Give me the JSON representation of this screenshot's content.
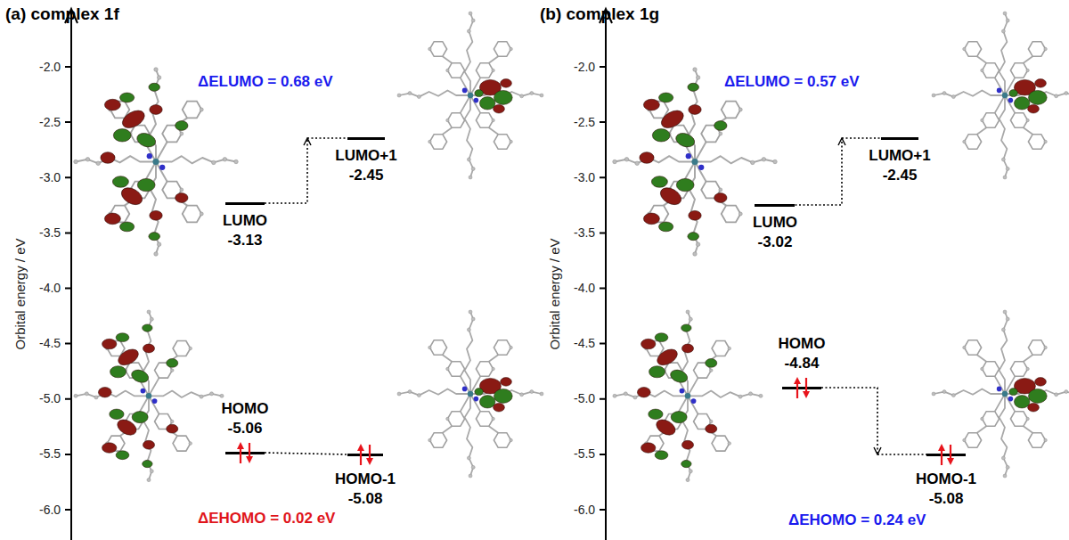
{
  "diagram": {
    "nodes": [
      {
        "text": [
          "LUMO",
          "-3.13"
        ]
      },
      {
        "text": [
          "LUMO+1",
          "-2.45"
        ]
      },
      {
        "text": [
          "HOMO",
          "-5.06"
        ]
      },
      {
        "text": [
          "HOMO-1",
          "-5.08"
        ]
      },
      {
        "text": [
          "LUMO",
          "-3.02"
        ]
      },
      {
        "text": [
          "LUMO+1",
          "-2.45"
        ]
      },
      {
        "text": [
          "HOMO",
          "-4.84"
        ]
      },
      {
        "text": [
          "HOMO-1",
          "-5.08"
        ]
      }
    ],
    "edges": [
      {
        "from": 0,
        "to": 1,
        "arrow": "to"
      },
      {
        "from": 2,
        "to": 3,
        "arrow": "none"
      },
      {
        "from": 4,
        "to": 5,
        "arrow": "to"
      },
      {
        "from": 6,
        "to": 7,
        "arrow": "to"
      }
    ],
    "labels": [
      "(a) complex 1f",
      "-2.0",
      "-2.5",
      "-3.0",
      "-3.5",
      "-4.0",
      "-4.5",
      "-5.0",
      "-5.5",
      "-6.0",
      "Orbital energy / eV",
      "ΔELUMO = 0.68 eV",
      "ΔEHOMO = 0.02 eV",
      "(b) complex 1g",
      "-2.0",
      "-2.5",
      "-3.0",
      "-3.5",
      "-4.0",
      "-4.5",
      "-5.0",
      "-5.5",
      "-6.0",
      "Orbital energy / eV",
      "ΔELUMO = 0.57 eV",
      "ΔEHOMO = 0.24 eV"
    ]
  }
}
